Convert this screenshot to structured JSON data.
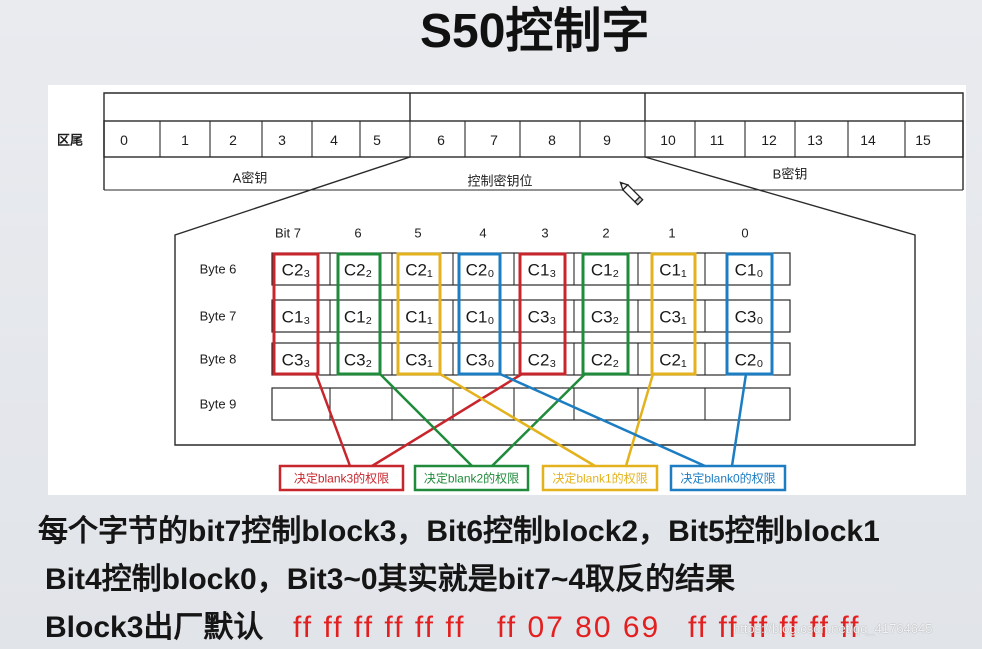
{
  "slide": {
    "title": "S50控制字",
    "background": "#e5e8ec"
  },
  "diagram": {
    "sector_label": "区尾",
    "sector_numbers": [
      "0",
      "1",
      "2",
      "3",
      "4",
      "5",
      "6",
      "7",
      "8",
      "9",
      "10",
      "11",
      "12",
      "13",
      "14",
      "15"
    ],
    "groups": {
      "a_key": "A密钥",
      "access_bits": "控制密钥位",
      "b_key": "B密钥"
    },
    "bit_labels": [
      "Bit 7",
      "6",
      "5",
      "4",
      "3",
      "2",
      "1",
      "0"
    ],
    "bytes": [
      {
        "label": "Byte 6",
        "cells": [
          "C2₃",
          "C2₂",
          "C2₁",
          "C2₀",
          "C1₃",
          "C1₂",
          "C1₁",
          "C1₀"
        ]
      },
      {
        "label": "Byte 7",
        "cells": [
          "C1₃",
          "C1₂",
          "C1₁",
          "C1₀",
          "C3₃",
          "C3₂",
          "C3₁",
          "C3₀"
        ]
      },
      {
        "label": "Byte 8",
        "cells": [
          "C3₃",
          "C3₂",
          "C3₁",
          "C3₀",
          "C2₃",
          "C2₂",
          "C2₁",
          "C2₀"
        ]
      },
      {
        "label": "Byte 9",
        "cells": []
      }
    ],
    "legend": [
      {
        "label": "决定blank3的权限",
        "color": "#c8262d"
      },
      {
        "label": "决定blank2的权限",
        "color": "#1f8b3b"
      },
      {
        "label": "决定blank1的权限",
        "color": "#e3b21c"
      },
      {
        "label": "决定blank0的权限",
        "color": "#1c7dc2"
      }
    ],
    "cursor_icon": "pencil-icon"
  },
  "notes": {
    "line1": "每个字节的bit7控制block3，Bit6控制block2，Bit5控制block1",
    "line2": "Bit4控制block0，Bit3~0其实就是bit7~4取反的结果",
    "line3_prefix": "Block3出厂默认",
    "line3_values": [
      "ff ff ff ff ff ff",
      "ff 07 80 69",
      "ff ff ff ff ff ff"
    ],
    "value_color": "#e3201f"
  },
  "watermark": "https://blog.csdn.net/qq_41764645"
}
